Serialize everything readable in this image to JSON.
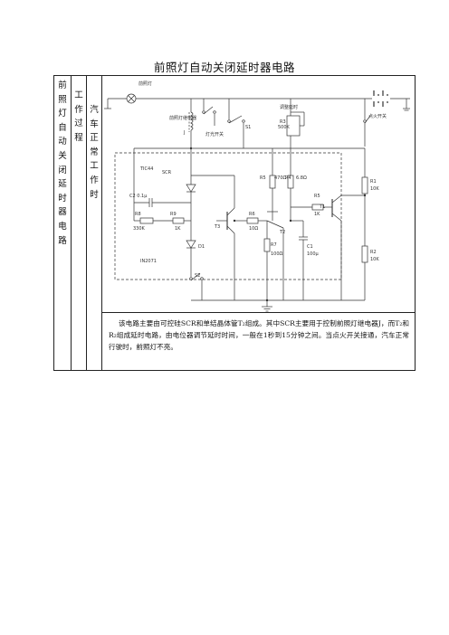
{
  "page": {
    "title": "前照灯自动关闭延时器电路"
  },
  "table": {
    "col1": "前照灯自动关闭延时器电路",
    "col2": "工作过程",
    "col3": "汽车正常工作时",
    "description": "该电路主要由可控硅SCR和单结晶体管T₂组成。其中SCR主要用于控制前照灯继电器J，而T₂和R₂组成延时电路，由电位器调节延时时间，一般在1秒到15分钟之间。当点火开关接通，汽车正常行驶时，前照灯不亮。"
  },
  "circuit": {
    "labels": {
      "lamp": "前照灯",
      "relay": "前照灯继电器",
      "relay_j": "J",
      "switch_light": "灯光开关",
      "s1": "S1",
      "r3_title": "调整延时",
      "r3": "R3",
      "r3_val": "500K",
      "ignition": "点火开关",
      "tic44": "TIC44",
      "scr": "SCR",
      "c2": "C2 0.1μ",
      "r8": "R8",
      "r8_val": "330K",
      "r9": "R9",
      "r9_val": "1K",
      "t3": "T3",
      "r6": "R6",
      "r6_val": "10Ω",
      "r5": "R5",
      "r5_val": "470Ω",
      "r4": "R4",
      "r4_val": "6.8Ω",
      "rs": "R5",
      "rs_val": "1K",
      "r1": "R1",
      "r1_val": "10K",
      "t1": "T1",
      "t2": "T2",
      "r7": "R7",
      "r7_val": "100Ω",
      "c1": "C1",
      "c1_val": "100μ",
      "r2": "R2",
      "r2_val": "10K",
      "d1": "D1",
      "in2071": "IN2071",
      "s2": "S2"
    }
  }
}
